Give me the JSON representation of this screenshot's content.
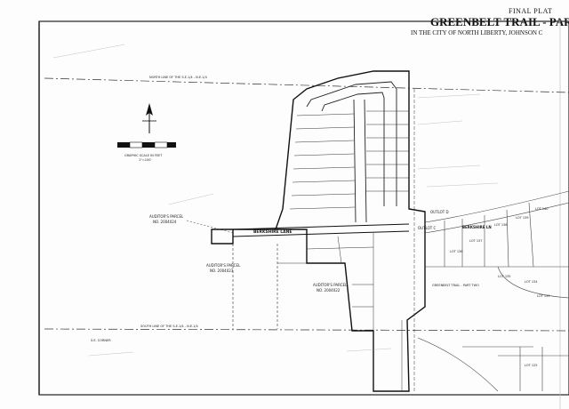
{
  "title_block": {
    "heading_small": "FINAL PLAT",
    "heading_main": "GREENBELT TRAIL - PART",
    "heading_sub": "IN THE CITY OF NORTH LIBERTY, JOHNSON C"
  },
  "street_labels": {
    "bike_lane": "BERKSHIRE LANE",
    "bike_lane_east": "BERKSHIRE LN",
    "outlot_d": "OUTLOT D",
    "outlot_c": "OUTLOT C",
    "north_line": "NORTH LINE OF THE S.E.1/4 - N.E.1/4",
    "south_line": "SOUTH LINE OF THE S.E.1/4 - N.E.1/4",
    "auditors_parcel_nw": "AUDITOR'S PARCEL",
    "auditors_parcel_nw_no": "NO. 2004024",
    "auditors_parcel_sw": "AUDITOR'S PARCEL",
    "auditors_parcel_sw_no": "NO. 2004023",
    "auditors_parcel_mid": "AUDITOR'S PARCEL",
    "auditors_parcel_mid_no": "NO. 2004022",
    "se_corner": "S.E. CORNER",
    "greenbelt_part_two": "GREENBELT TRAIL - PART TWO",
    "lot_133": "LOT 133",
    "lot_134": "LOT 134",
    "lot_135": "LOT 135",
    "lot_136": "LOT 136",
    "lot_137": "LOT 137",
    "lot_138": "LOT 138",
    "lot_139": "LOT 139",
    "lot_140": "LOT 140",
    "lot_125": "LOT 125"
  },
  "scale": {
    "caption": "GRAPHIC SCALE IN FEET",
    "ratio": "1\"=100'"
  }
}
